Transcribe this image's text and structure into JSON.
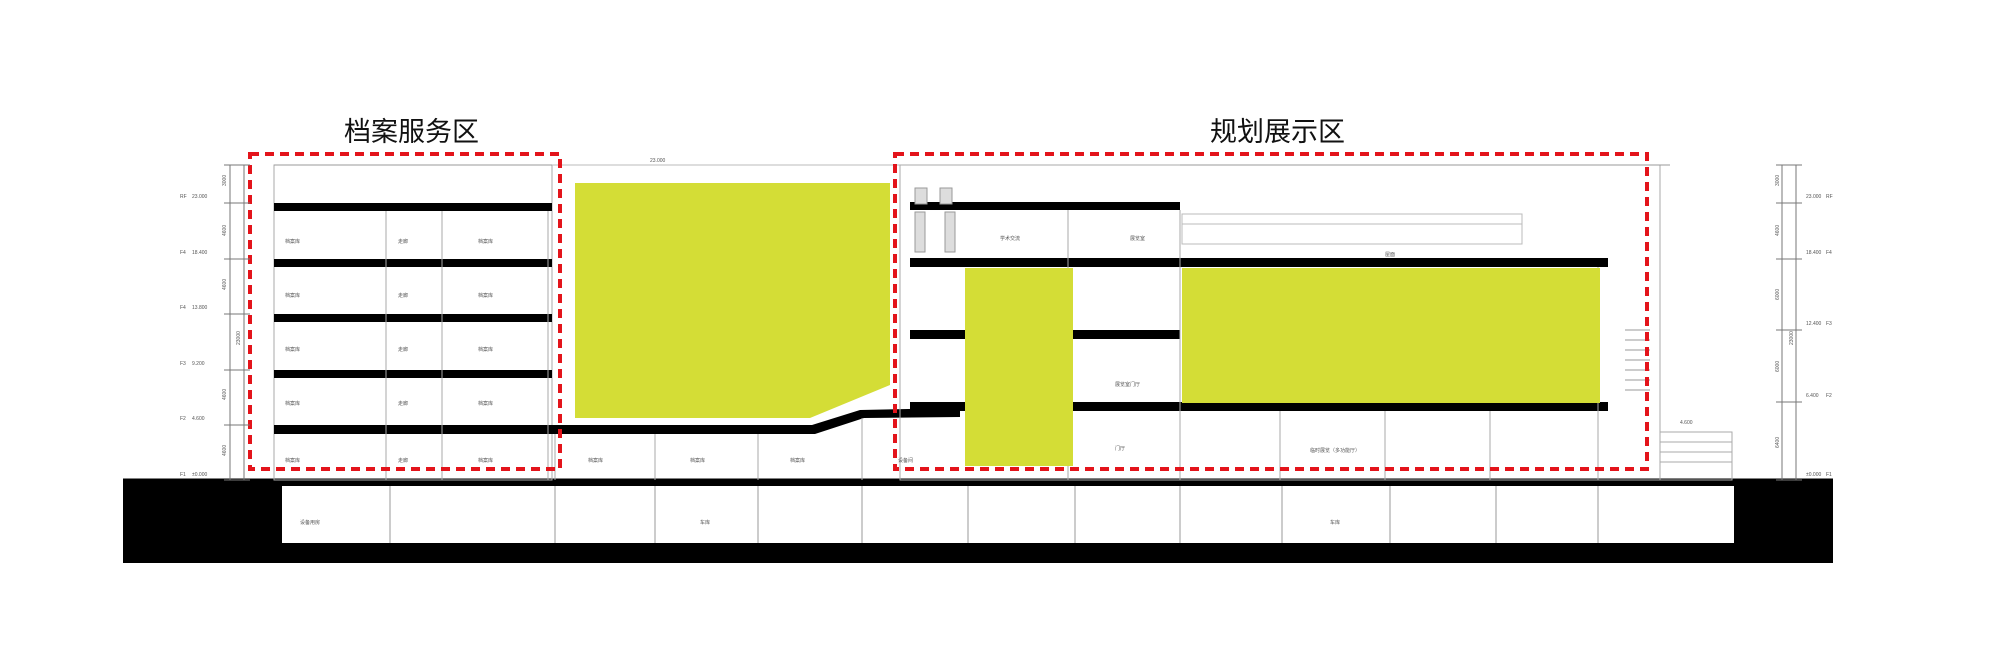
{
  "zones": {
    "archive": {
      "label": "档案服务区"
    },
    "planning": {
      "label": "规划展示区"
    }
  },
  "colors": {
    "highlight": "#d4dd36",
    "zone_outline": "#e3141b",
    "structure": "#000000",
    "line": "#888888"
  },
  "levels": {
    "left": [
      {
        "name": "RF",
        "elev": "23.000"
      },
      {
        "name": "F4",
        "elev": "18.400"
      },
      {
        "name": "F4",
        "elev": "13.800"
      },
      {
        "name": "F3",
        "elev": "9.200"
      },
      {
        "name": "F2",
        "elev": "4.600"
      },
      {
        "name": "F1",
        "elev": "±0.000"
      }
    ],
    "right": [
      {
        "name": "RF",
        "elev": "23.000"
      },
      {
        "name": "F4",
        "elev": "18.400"
      },
      {
        "name": "F3",
        "elev": "12.400"
      },
      {
        "name": "F2",
        "elev": "6.400"
      },
      {
        "name": "F1",
        "elev": "±0.000"
      }
    ]
  },
  "dimensions": {
    "left": [
      "3000",
      "4600",
      "4600",
      "23000",
      "4600",
      "4600"
    ],
    "right": [
      "3000",
      "4600",
      "6000",
      "23000",
      "6000",
      "6400"
    ],
    "top_span": "23.000",
    "mid_elev": "4.600"
  },
  "rooms": {
    "archive_floors": [
      [
        "档案库",
        "走廊",
        "档案库"
      ],
      [
        "档案库",
        "走廊",
        "档案库"
      ],
      [
        "档案库",
        "走廊",
        "档案库"
      ],
      [
        "档案库",
        "走廊",
        "档案库"
      ],
      [
        "档案库",
        "走廊",
        "档案库"
      ]
    ],
    "ground_mid": [
      "档案库",
      "档案库",
      "档案库"
    ],
    "ground_small": "设备间",
    "planning_upper": [
      "学术交流",
      "展览室"
    ],
    "planning_mid": "展览室门厅",
    "planning_ground_a": "门厅",
    "planning_ground_b": "临时展览（多功能厅）",
    "planning_roof_note": "屋面",
    "basement": [
      "设备用房",
      "车库",
      "车库"
    ]
  }
}
